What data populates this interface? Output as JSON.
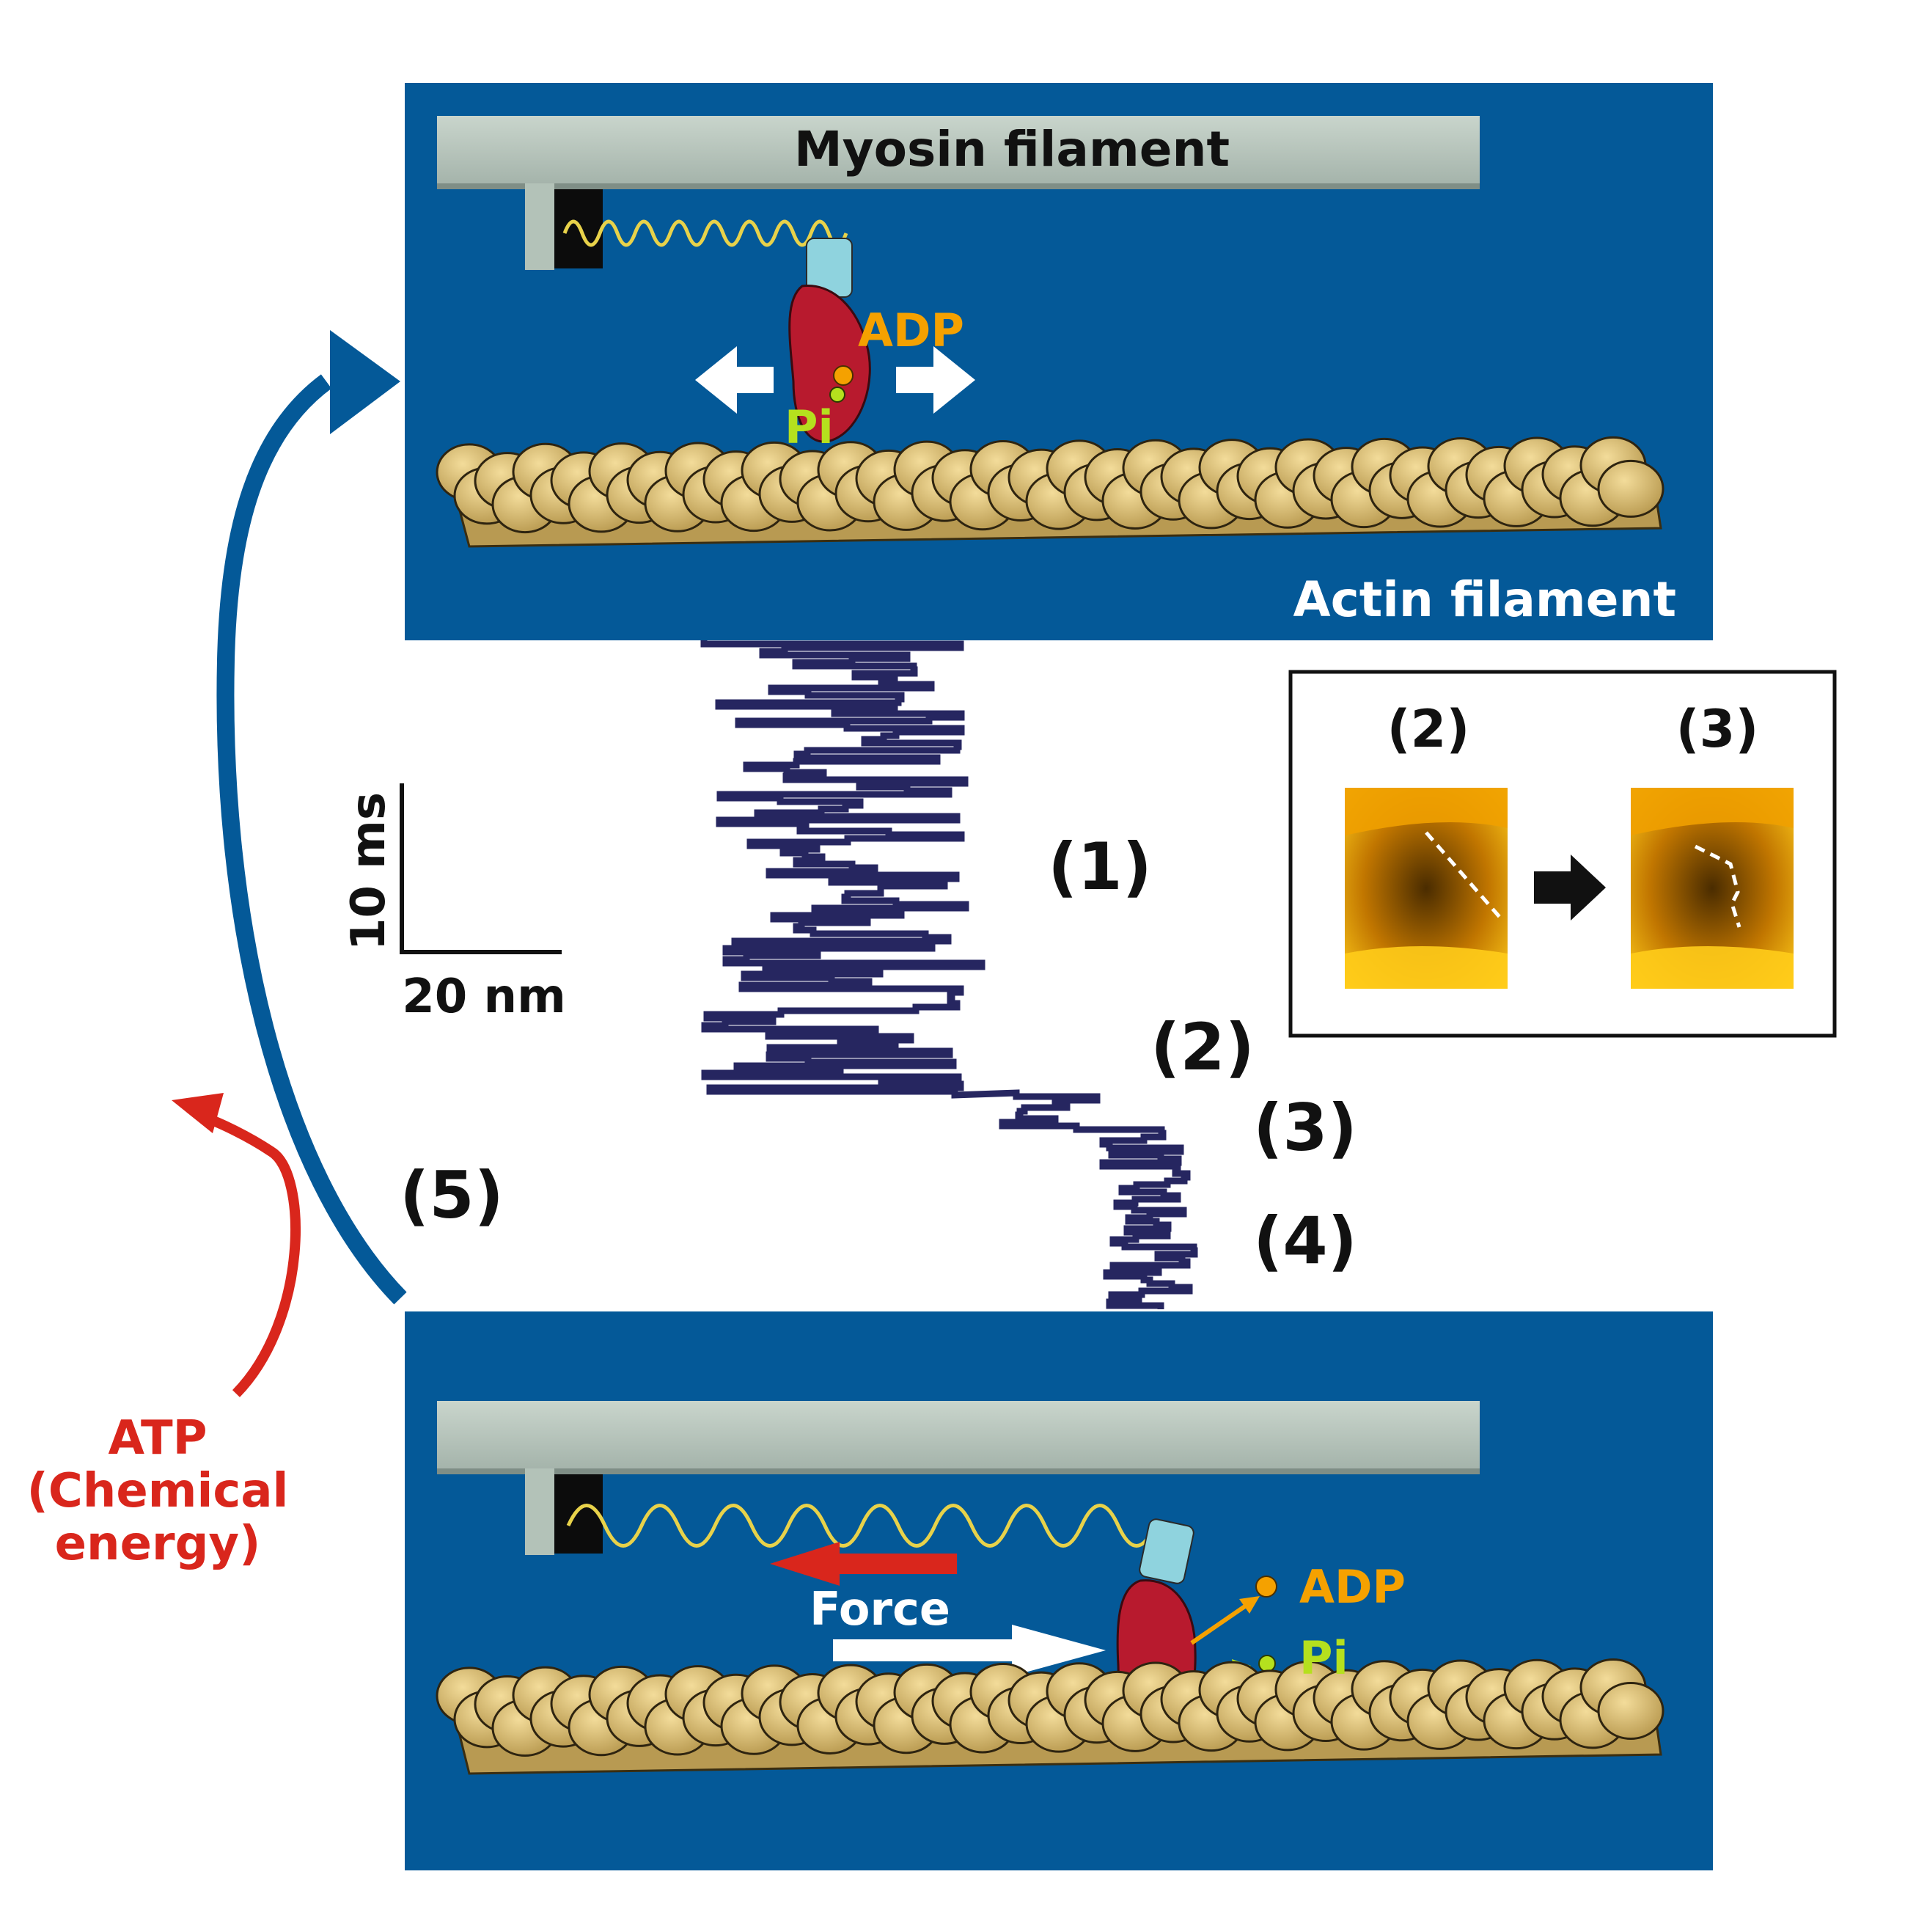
{
  "top_panel": {
    "myosin_label": "Myosin filament",
    "adp_label": "ADP",
    "pi_label": "Pi",
    "actin_label": "Actin filament"
  },
  "bottom_panel": {
    "force_label": "Force",
    "adp_label": "ADP",
    "pi_label": "Pi"
  },
  "trace": {
    "step_labels": [
      "(1)",
      "(2)",
      "(3)",
      "(4)",
      "(5)"
    ],
    "scale_time": "10 ms",
    "scale_distance": "20 nm"
  },
  "inset": {
    "left_label": "(2)",
    "right_label": "(3)"
  },
  "atp": {
    "line1": "ATP",
    "line2": "(Chemical",
    "line3": "energy)"
  },
  "colors": {
    "panel_bg": "#045998",
    "trace": "#262660",
    "myosin_head": "#b81a2e",
    "adp": "#f5a100",
    "pi": "#b5e01e",
    "atp_arrow": "#d9261c",
    "actin": "#dcbf72"
  }
}
